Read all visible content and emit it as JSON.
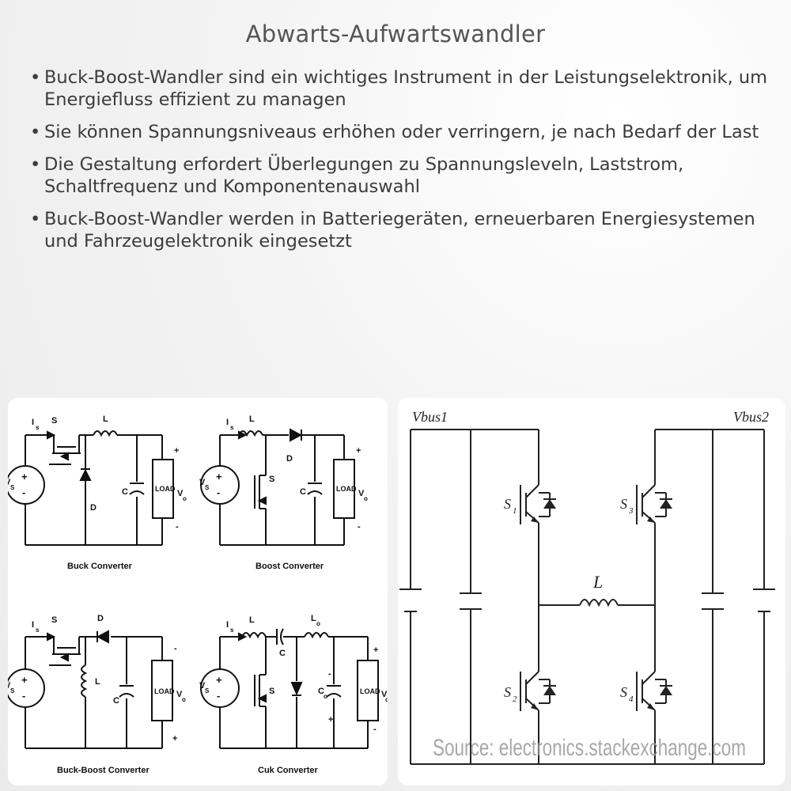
{
  "title": "Abwarts-Aufwartswandler",
  "bullets": [
    "Buck-Boost-Wandler sind ein wichtiges Instrument in der Leistungselektronik, um Energiefluss effizient zu managen",
    "Sie können Spannungsniveaus erhöhen oder verringern, je nach Bedarf der Last",
    "Die Gestaltung erfordert Überlegungen zu Spannungsleveln, Laststrom, Schaltfrequenz und Komponentenauswahl",
    "Buck-Boost-Wandler werden in Batteriegeräten, erneuerbaren Energiesystemen und Fahrzeugelektronik eingesetzt"
  ],
  "left_diagram": {
    "buck": {
      "caption": "Buck Converter",
      "is": "I",
      "is_sub": "s",
      "s": "S",
      "l": "L",
      "d": "D",
      "c": "C",
      "load": "LOAD",
      "vs": "V",
      "vs_sub": "S",
      "vo": "V",
      "vo_sub": "o",
      "plus": "+",
      "minus": "-"
    },
    "boost": {
      "caption": "Boost Converter",
      "is": "I",
      "is_sub": "s",
      "s": "S",
      "l": "L",
      "d": "D",
      "c": "C",
      "load": "LOAD",
      "vs": "V",
      "vs_sub": "S",
      "vo": "V",
      "vo_sub": "o",
      "plus": "+",
      "minus": "-"
    },
    "buckboost": {
      "caption": "Buck-Boost Converter",
      "is": "I",
      "is_sub": "s",
      "s": "S",
      "l": "L",
      "d": "D",
      "c": "C",
      "load": "LOAD",
      "vs": "V",
      "vs_sub": "S",
      "vo": "V",
      "vo_sub": "o",
      "plus": "+",
      "minus": "-"
    },
    "cuk": {
      "caption": "Cuk Converter",
      "is": "I",
      "is_sub": "s",
      "s": "S",
      "l": "L",
      "lo": "L",
      "lo_sub": "o",
      "c": "C",
      "co": "C",
      "co_sub": "o",
      "load": "LOAD",
      "vs": "V",
      "vs_sub": "S",
      "vo": "V",
      "vo_sub": "o",
      "plus": "+",
      "minus": "-"
    }
  },
  "right_diagram": {
    "vbus1": "Vbus1",
    "vbus2": "Vbus2",
    "inductor": "L",
    "s1": "S",
    "s1_sub": "1",
    "s2": "S",
    "s2_sub": "2",
    "s3": "S",
    "s3_sub": "3",
    "s4": "S",
    "s4_sub": "4",
    "source": "Source: electronics.stackexchange.com"
  }
}
